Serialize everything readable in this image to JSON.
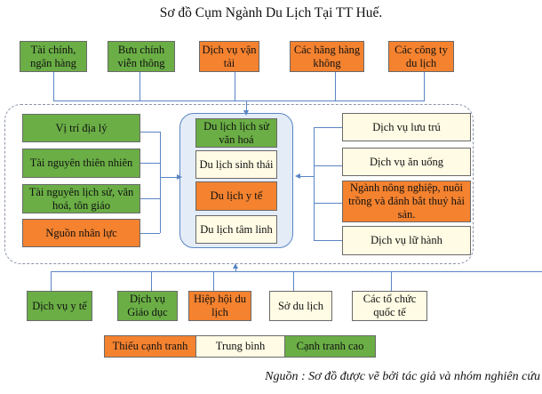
{
  "title": "Sơ đồ Cụm Ngành Du Lịch Tại TT Huế.",
  "top_boxes": [
    {
      "label": "Tài chính, ngân hàng",
      "level": "high"
    },
    {
      "label": "Bưu chính viễn thông",
      "level": "high"
    },
    {
      "label": "Dịch vụ vận tải",
      "level": "low"
    },
    {
      "label": "Các hãng hàng không",
      "level": "low"
    },
    {
      "label": "Các công ty du lịch",
      "level": "low"
    }
  ],
  "left_boxes": [
    {
      "label": "Vị trí địa lý",
      "level": "high"
    },
    {
      "label": "Tài nguyên thiên nhiên",
      "level": "high"
    },
    {
      "label": "Tài nguyên lịch sử, văn hoá, tôn giáo",
      "level": "high"
    },
    {
      "label": "Nguồn nhân lực",
      "level": "low"
    }
  ],
  "center_boxes": [
    {
      "label": "Du lịch lịch sử văn hoá",
      "level": "high"
    },
    {
      "label": "Du lịch sinh thái",
      "level": "medium"
    },
    {
      "label": "Du lịch y tế",
      "level": "low"
    },
    {
      "label": "Du lịch tâm linh",
      "level": "medium"
    }
  ],
  "right_boxes": [
    {
      "label": "Dịch vụ lưu trú",
      "level": "medium"
    },
    {
      "label": "Dịch vụ ăn uống",
      "level": "medium"
    },
    {
      "label": "Ngành nông nghiệp, nuôi trồng và đánh bắt thuỷ hải sản.",
      "level": "low"
    },
    {
      "label": "Dịch vụ lữ hành",
      "level": "medium"
    }
  ],
  "bottom_boxes": [
    {
      "label": "Dịch vụ y tế",
      "level": "high"
    },
    {
      "label": "Dịch vụ Giáo dục",
      "level": "high"
    },
    {
      "label": "Hiệp hội du lịch",
      "level": "low"
    },
    {
      "label": "Sở du lịch",
      "level": "medium"
    },
    {
      "label": "Các tổ chức quốc tế",
      "level": "medium"
    }
  ],
  "legend": [
    {
      "label": "Thiếu cạnh tranh",
      "level": "low",
      "color": "#f4822f"
    },
    {
      "label": "Trung bình",
      "level": "medium",
      "color": "#fffbe4"
    },
    {
      "label": "Cạnh tranh cao",
      "level": "high",
      "color": "#6aae45"
    }
  ],
  "source": "Nguồn : Sơ đồ được vẽ bởi tác giả và nhóm nghiên cứu"
}
